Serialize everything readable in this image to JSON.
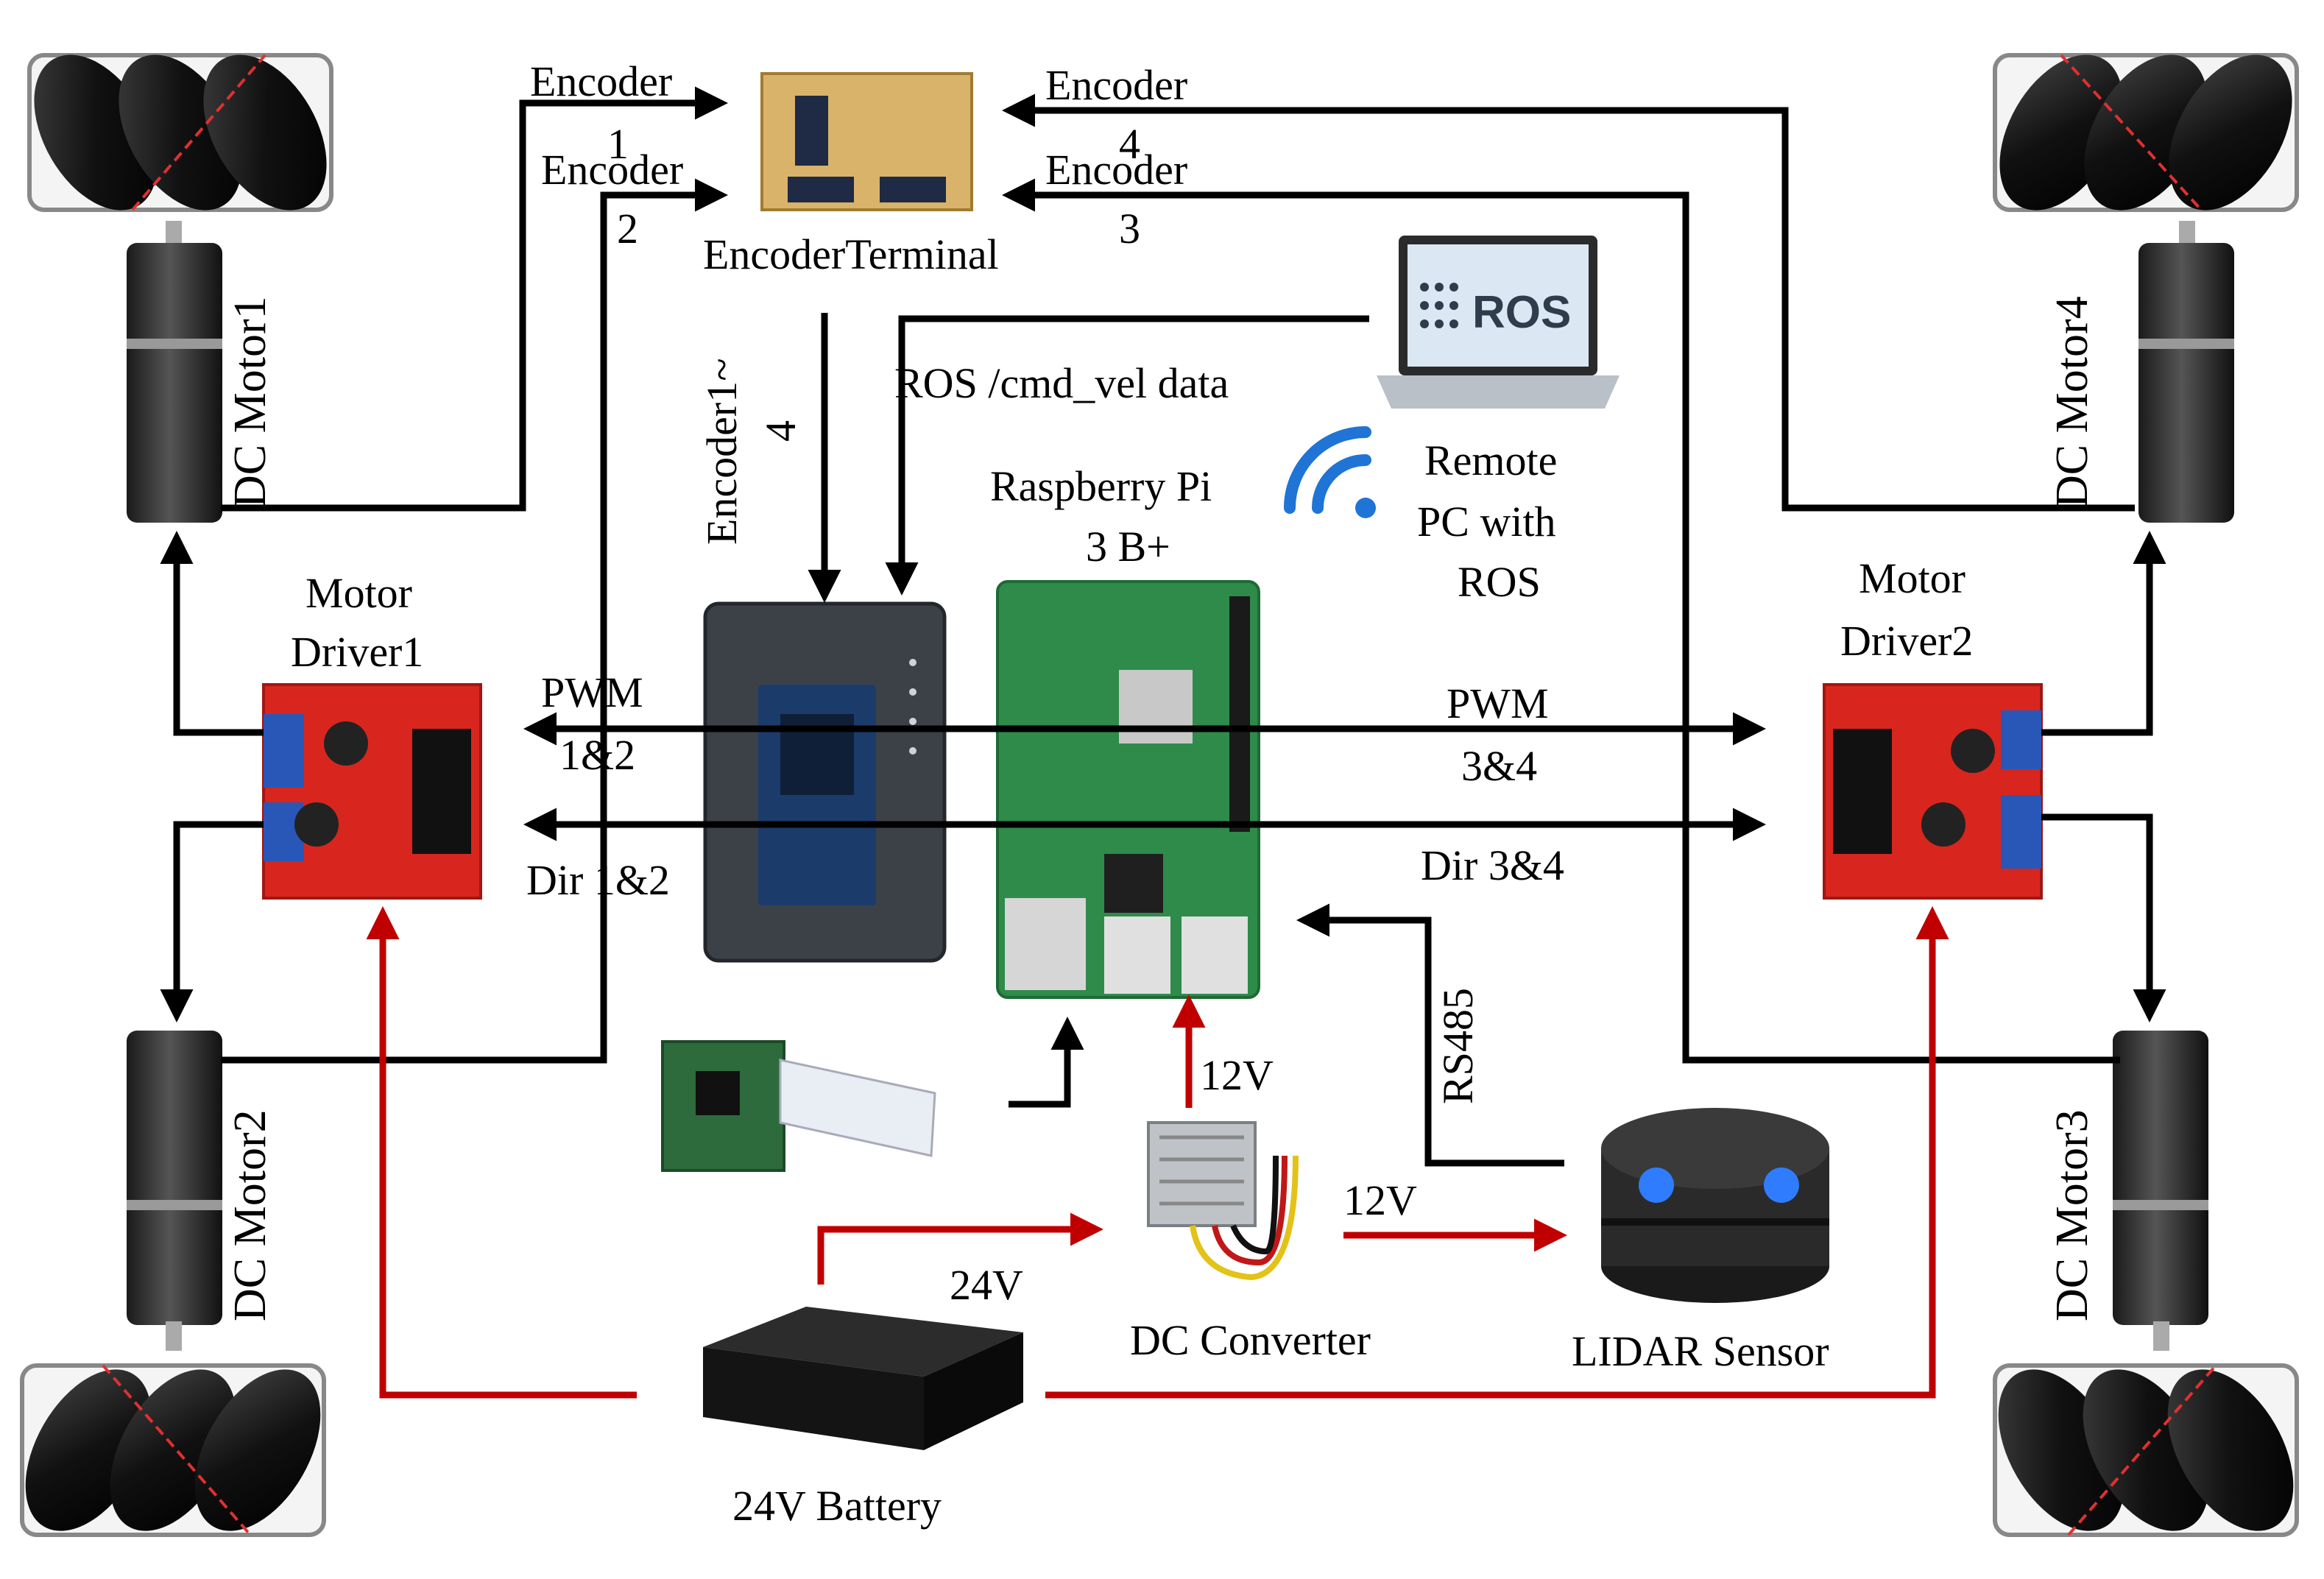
{
  "labels": {
    "encoder_1": [
      "Encoder",
      "1"
    ],
    "encoder_2": [
      "Encoder",
      "2"
    ],
    "encoder_3": [
      "Encoder",
      "3"
    ],
    "encoder_4": [
      "Encoder",
      "4"
    ],
    "encoder_terminal": "EncoderTerminal",
    "encoder_bus": [
      "Encoder1~",
      "4"
    ],
    "ros_cmd_vel": "ROS /cmd_vel data",
    "raspberry_pi": [
      "Raspberry  Pi",
      "3 B+"
    ],
    "remote_pc": [
      "Remote",
      "PC with",
      "ROS"
    ],
    "ros_logo": "ROS",
    "motor_driver_1": [
      "Motor",
      "Driver1"
    ],
    "motor_driver_2": [
      "Motor",
      "Driver2"
    ],
    "pwm_12": [
      "PWM",
      "1&2"
    ],
    "pwm_34": [
      "PWM",
      "3&4"
    ],
    "dir_12": "Dir 1&2",
    "dir_34": "Dir 3&4",
    "dc_motor_1": "DC Motor1",
    "dc_motor_2": "DC Motor2",
    "dc_motor_3": "DC Motor3",
    "dc_motor_4": "DC Motor4",
    "rs485": "RS485",
    "v12_pi": "12V",
    "v12_lidar": "12V",
    "v24": "24V",
    "dc_converter": "DC Converter",
    "lidar_sensor": "LIDAR Sensor",
    "battery": "24V Battery"
  },
  "colors": {
    "power_line": "#c00000",
    "signal_line": "#000000",
    "driver_board": "#d8261e",
    "pi_board": "#2e8b4a",
    "myrio_body": "#3c4148"
  }
}
